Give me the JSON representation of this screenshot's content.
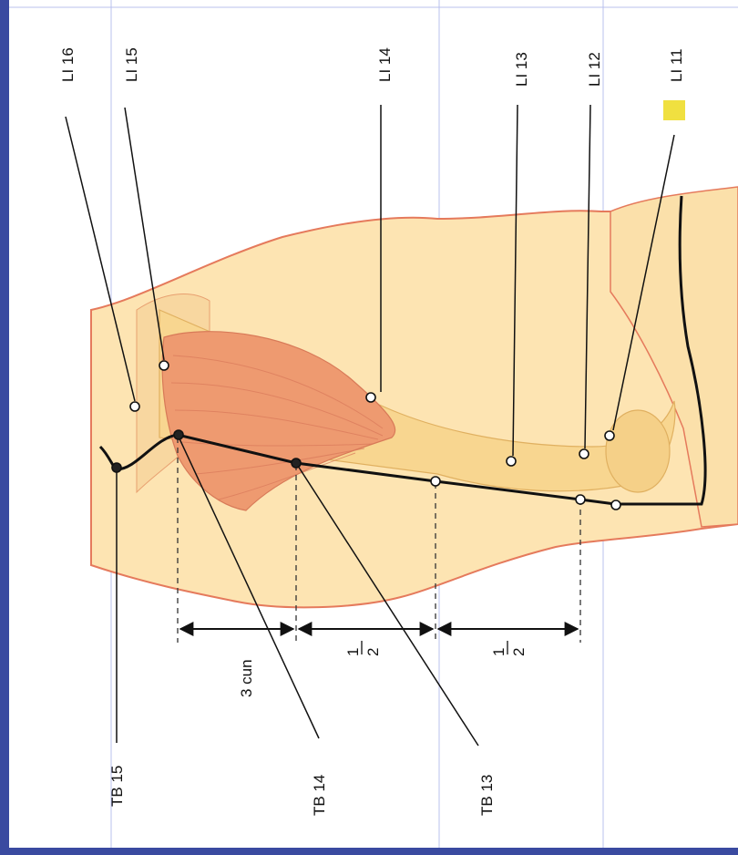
{
  "colors": {
    "frame": "#3a4aa0",
    "background": "#ffffff",
    "skin": "#fde4b2",
    "skin_outline": "#e57a5c",
    "muscle": "#ee9a70",
    "bone": "#f8d690",
    "meridian_line": "#111111",
    "highlight": "#f0e040"
  },
  "labels": {
    "li16": "LI 16",
    "li15": "LI 15",
    "li14": "LI 14",
    "li13": "LI 13",
    "li12": "LI 12",
    "li11": "LI 11",
    "tb15": "TB 15",
    "tb14": "TB 14",
    "tb13": "TB 13",
    "measure_cun": "3 cun",
    "half_num_1": "1",
    "half_den_1": "2",
    "half_num_2": "1",
    "half_den_2": "2"
  }
}
